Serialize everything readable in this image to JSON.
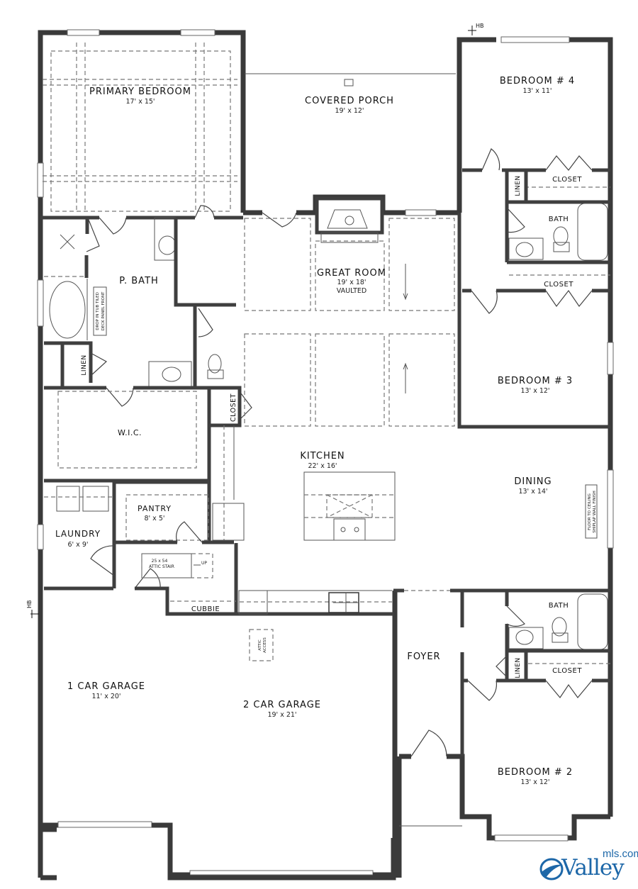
{
  "plan": {
    "type": "floor-plan",
    "wall_color": "#4a4a4a",
    "background": "#ffffff",
    "rooms": {
      "primary_bedroom": {
        "name": "PRIMARY BEDROOM",
        "size": "17' x 15'"
      },
      "covered_porch": {
        "name": "COVERED PORCH",
        "size": "19' x 12'"
      },
      "bedroom4": {
        "name": "BEDROOM # 4",
        "size": "13' x 11'"
      },
      "bath_upper": {
        "name": "BATH"
      },
      "closet_b4": {
        "name": "CLOSET"
      },
      "closet_b3": {
        "name": "CLOSET"
      },
      "linen_upper": {
        "name": "LINEN"
      },
      "p_bath": {
        "name": "P. BATH"
      },
      "great_room": {
        "name": "GREAT ROOM",
        "size": "19' x 18'",
        "note": "VAULTED"
      },
      "bedroom3": {
        "name": "BEDROOM # 3",
        "size": "13' x 12'"
      },
      "linen_pbath": {
        "name": "LINEN"
      },
      "wic": {
        "name": "W.I.C."
      },
      "closet_hall": {
        "name": "CLOSET"
      },
      "kitchen": {
        "name": "KITCHEN",
        "size": "22' x 16'"
      },
      "dining": {
        "name": "DINING",
        "size": "13' x 14'"
      },
      "pantry": {
        "name": "PANTRY",
        "size": "8' x 5'"
      },
      "laundry": {
        "name": "LAUNDRY",
        "size": "6' x 9'"
      },
      "cubbie": {
        "name": "CUBBIE"
      },
      "bath_lower": {
        "name": "BATH"
      },
      "closet_b2": {
        "name": "CLOSET"
      },
      "linen_lower": {
        "name": "LINEN"
      },
      "foyer": {
        "name": "FOYER"
      },
      "garage1": {
        "name": "1 CAR GARAGE",
        "size": "11' x 20'"
      },
      "garage2": {
        "name": "2 CAR GARAGE",
        "size": "19' x 21'"
      },
      "bedroom2": {
        "name": "BEDROOM # 2",
        "size": "13' x 12'"
      }
    },
    "notes": {
      "tub_line1": "DROP IN TUB TILED",
      "tub_line2": "DECK PANEL FRONT",
      "shiplap_line1": "FLOOR TO CEILING",
      "shiplap_line2": "SHIPLAP WALL FINISH",
      "attic_stair_size": "25 x 54",
      "attic_stair": "ATTIC STAIR",
      "up": "UP",
      "attic_access_1": "ATTIC",
      "attic_access_2": "ACCESS",
      "hose_bib_top": "HB",
      "hose_bib_left": "HB"
    }
  },
  "watermark": {
    "brand": "Valley",
    "suffix": "mls.com",
    "color": "#1d67a8"
  }
}
